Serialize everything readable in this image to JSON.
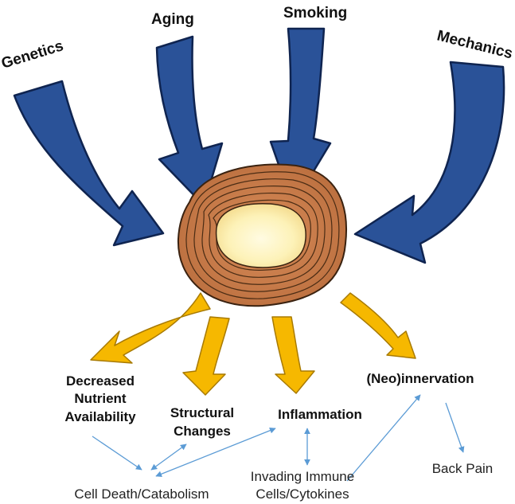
{
  "factors": {
    "genetics": "Genetics",
    "aging": "Aging",
    "smoking": "Smoking",
    "mechanics": "Mechanics"
  },
  "outcomes": {
    "nutrient_line1": "Decreased",
    "nutrient_line2": "Nutrient",
    "nutrient_line3": "Availability",
    "structural_line1": "Structural",
    "structural_line2": "Changes",
    "inflammation": "Inflammation",
    "innervation": "(Neo)innervation"
  },
  "effects": {
    "cell_death": "Cell Death/Catabolism",
    "immune_line1": "Invading Immune",
    "immune_line2": "Cells/Cytokines",
    "back_pain": "Back Pain"
  },
  "colors": {
    "factor_arrow": "#2a5298",
    "outcome_arrow": "#f6b800",
    "disc_outer": "#c8794a",
    "disc_nucleus": "#fdf2b8",
    "link": "#5b9bd5"
  }
}
